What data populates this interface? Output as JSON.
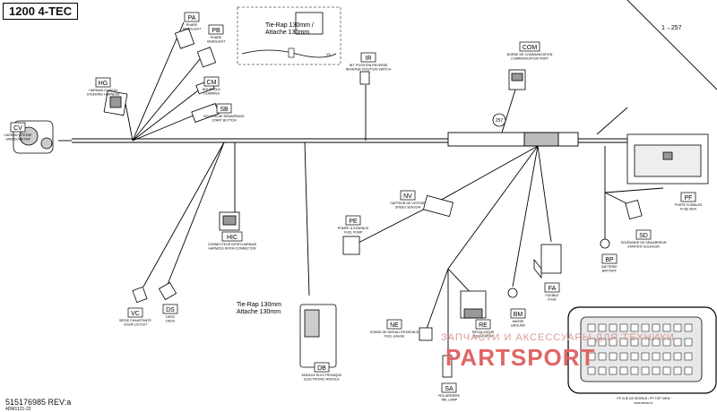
{
  "title": "1200 4-TEC",
  "ref_number": "515176985 REV:a",
  "ref_small": "4DM1121-22",
  "page_ref": "1→257",
  "circle_ref": "257",
  "tierap_top": [
    "Tie-Rap 130mm /",
    "Attache 130mm"
  ],
  "tierap_bottom": [
    "Tie-Rap 130mm",
    "Attache 130mm"
  ],
  "tierap_small": "VC",
  "watermark": "ЗАПЧАСТИ И АКСЕССУАРЫ ДЛЯ ТЕХНИКИ",
  "watermark_logo": "PARTSPORT",
  "components": [
    {
      "code": "PA",
      "line1": "PHARE",
      "line2": "HEADLIGHT"
    },
    {
      "code": "PB",
      "line1": "PHARE",
      "line2": "HEADLIGHT"
    },
    {
      "code": "CM",
      "line1": "BOUSSOLE",
      "line2": "COMPASS"
    },
    {
      "code": "HG",
      "line1": "HARNAIS GUIDON",
      "line2": "STEERING HARNESS"
    },
    {
      "code": "SB",
      "line1": "BOUTON DE DÉMARRAGE",
      "line2": "START BUTTON"
    },
    {
      "code": "CV",
      "line1": "CADRAN VITESSE",
      "line2": "SPEEDOMETER"
    },
    {
      "code": "IR",
      "line1": "INT. POSITION REVERSE",
      "line2": "REVERSE POSITION SWITCH"
    },
    {
      "code": "COM",
      "line1": "BORNE DE COMMUNICATION",
      "line2": "COMMUNICATION PORT"
    },
    {
      "code": "NV",
      "line1": "CAPTEUR DE VITESSE",
      "line2": "SPEED SENSOR"
    },
    {
      "code": "PE",
      "line1": "POMPE À ESSENCE",
      "line2": "FUEL PUMP"
    },
    {
      "code": "HIC",
      "line1": "CONNECTEUR INTER-HARNAIS",
      "line2": "HARNESS INTER-CONNECTOR"
    },
    {
      "code": "PF",
      "line1": "PORTE FUSIBLES",
      "line2": "FUSE BOX"
    },
    {
      "code": "SD",
      "line1": "SOLÉNOÏDE DE DÉMARREUR",
      "line2": "STARTER SOLENOID"
    },
    {
      "code": "BP",
      "line1": "BATTERIE",
      "line2": "BATTERY"
    },
    {
      "code": "FA",
      "line1": "FUSIBLE",
      "line2": "FUSE"
    },
    {
      "code": "BM",
      "line1": "MASSE",
      "line2": "GROUND"
    },
    {
      "code": "RE",
      "line1": "RÉGULATEUR",
      "line2": "REGULATOR"
    },
    {
      "code": "NE",
      "line1": "SONDE DE NIVEAU D'ESSENCE",
      "line2": "FUEL GAUGE"
    },
    {
      "code": "SA",
      "line1": "FEU ARRIÈRE",
      "line2": "TAIL LAMP"
    },
    {
      "code": "DB",
      "line1": "MODULE ÉLECTRONIQUE",
      "line2": "ELECTRONIC MODULE"
    },
    {
      "code": "VC",
      "line1": "SIÈGE CHAUFFANTE",
      "line2": "VISOR OUTLET"
    },
    {
      "code": "DS",
      "line1": "DESS",
      "line2": "DESS"
    }
  ],
  "fusebox_caption": [
    "PF VUE DE DESSUS / PF TOP VIEW",
    "SDM425530-51"
  ]
}
